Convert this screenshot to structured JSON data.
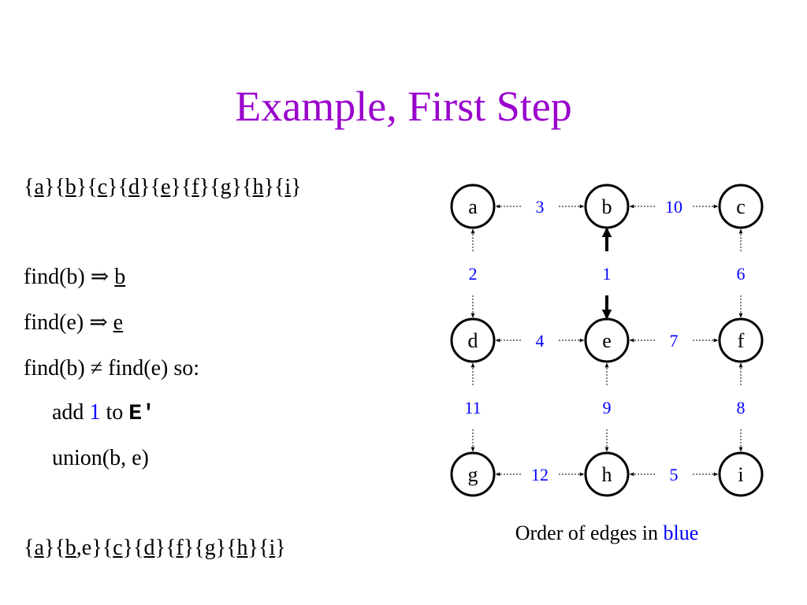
{
  "title": "Example, First Step",
  "set_before": [
    "a",
    "b",
    "c",
    "d",
    "e",
    "f",
    "g",
    "h",
    "i"
  ],
  "find_b": {
    "call": "find(b)",
    "arrow": "⇒",
    "result": "b"
  },
  "find_e": {
    "call": "find(e)",
    "arrow": "⇒",
    "result": "e"
  },
  "compare": {
    "left": "find(b)",
    "op": "≠",
    "right": "find(e) so:"
  },
  "add_line": {
    "prefix": "add",
    "edge": "1",
    "mid": "to",
    "target": "E′"
  },
  "union_line": "union(b, e)",
  "set_after": [
    "a",
    "b,e",
    "c",
    "d",
    "f",
    "g",
    "h",
    "i"
  ],
  "colors": {
    "title": "#9900cc",
    "edge_weight": "#0000ff",
    "text": "#000000"
  },
  "graph": {
    "nodes": [
      {
        "id": "a",
        "label": "a",
        "row": 0,
        "col": 0
      },
      {
        "id": "b",
        "label": "b",
        "row": 0,
        "col": 1
      },
      {
        "id": "c",
        "label": "c",
        "row": 0,
        "col": 2
      },
      {
        "id": "d",
        "label": "d",
        "row": 1,
        "col": 0
      },
      {
        "id": "e",
        "label": "e",
        "row": 1,
        "col": 1
      },
      {
        "id": "f",
        "label": "f",
        "row": 1,
        "col": 2
      },
      {
        "id": "g",
        "label": "g",
        "row": 2,
        "col": 0
      },
      {
        "id": "h",
        "label": "h",
        "row": 2,
        "col": 1
      },
      {
        "id": "i",
        "label": "i",
        "row": 2,
        "col": 2
      }
    ],
    "edges": [
      {
        "from": "a",
        "to": "b",
        "weight": "3",
        "selected": false
      },
      {
        "from": "b",
        "to": "c",
        "weight": "10",
        "selected": false
      },
      {
        "from": "a",
        "to": "d",
        "weight": "2",
        "selected": false
      },
      {
        "from": "b",
        "to": "e",
        "weight": "1",
        "selected": true
      },
      {
        "from": "c",
        "to": "f",
        "weight": "6",
        "selected": false
      },
      {
        "from": "d",
        "to": "e",
        "weight": "4",
        "selected": false
      },
      {
        "from": "e",
        "to": "f",
        "weight": "7",
        "selected": false
      },
      {
        "from": "d",
        "to": "g",
        "weight": "11",
        "selected": false
      },
      {
        "from": "e",
        "to": "h",
        "weight": "9",
        "selected": false
      },
      {
        "from": "f",
        "to": "i",
        "weight": "8",
        "selected": false
      },
      {
        "from": "g",
        "to": "h",
        "weight": "12",
        "selected": false
      },
      {
        "from": "h",
        "to": "i",
        "weight": "5",
        "selected": false
      }
    ]
  },
  "caption": {
    "text": "Order of edges in",
    "highlight": "blue"
  }
}
